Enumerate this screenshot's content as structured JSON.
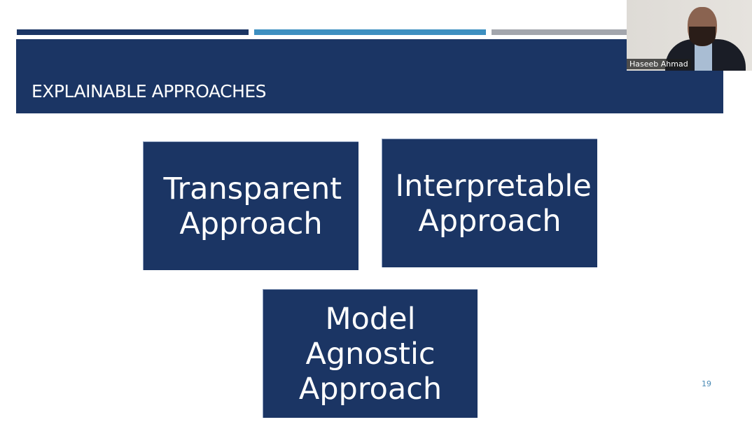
{
  "slide": {
    "title": "EXPLAINABLE APPROACHES",
    "boxes": [
      {
        "label": "Transparent Approach"
      },
      {
        "label": "Interpretable Approach"
      },
      {
        "label": "Model Agnostic Approach"
      }
    ],
    "page_number": "19",
    "colors": {
      "navy": "#1b3564",
      "blue": "#3d8fc0",
      "gray": "#a3a6ad"
    }
  },
  "video": {
    "participant_name": "Haseeb Ahmad"
  }
}
